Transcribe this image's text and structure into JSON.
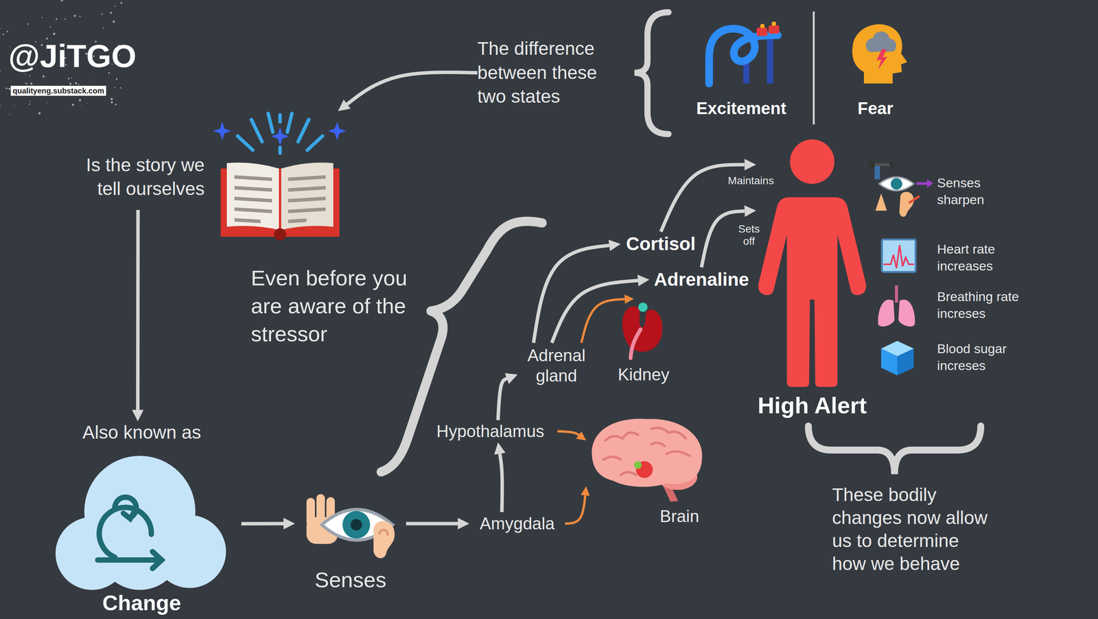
{
  "diagram": {
    "nodes": [
      {
        "text": [
          "The difference between these two states"
        ]
      },
      {
        "text": [
          "Excitement"
        ]
      },
      {
        "text": [
          "Fear"
        ]
      },
      {
        "text": [
          "Is the story we tell ourselves"
        ]
      },
      {
        "text": [
          "Also known as",
          "Change"
        ]
      },
      {
        "text": [
          "Senses"
        ]
      },
      {
        "text": [
          "Amygdala"
        ]
      },
      {
        "text": [
          "Hypothalamus"
        ]
      },
      {
        "text": [
          "Adrenal gland"
        ]
      },
      {
        "text": [
          "Kidney"
        ]
      },
      {
        "text": [
          "Brain"
        ]
      },
      {
        "text": [
          "Cortisol"
        ]
      },
      {
        "text": [
          "Adrenaline"
        ]
      },
      {
        "text": [
          "High Alert"
        ]
      }
    ],
    "edges": [
      {
        "from": 0,
        "to": 3,
        "arrow": "to"
      },
      {
        "from": 3,
        "to": 4,
        "arrow": "to"
      },
      {
        "from": 4,
        "to": 5,
        "arrow": "to"
      },
      {
        "from": 5,
        "to": 6,
        "arrow": "to"
      },
      {
        "from": 6,
        "to": 7,
        "arrow": "to"
      },
      {
        "from": 7,
        "to": 8,
        "arrow": "to"
      },
      {
        "from": 8,
        "to": 11,
        "arrow": "to"
      },
      {
        "from": 8,
        "to": 12,
        "arrow": "to"
      },
      {
        "from": 8,
        "to": 9,
        "arrow": "to"
      },
      {
        "from": 7,
        "to": 10,
        "arrow": "to"
      },
      {
        "from": 6,
        "to": 10,
        "arrow": "to"
      },
      {
        "from": 11,
        "to": 13,
        "label": "Maintains",
        "arrow": "to"
      },
      {
        "from": 12,
        "to": 13,
        "label": "Sets off",
        "arrow": "to"
      }
    ],
    "labels": [
      "@JiTGO",
      "qualityeng.substack.com",
      "Even before you are aware of the stressor",
      "Senses sharpen",
      "Heart rate increases",
      "Breathing rate increses",
      "Blood sugar increses",
      "These bodily changes now allow us to determine how we behave"
    ]
  }
}
